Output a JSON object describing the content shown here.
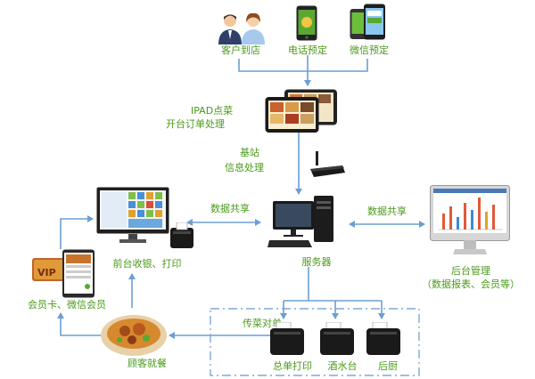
{
  "colors": {
    "text_green": "#4a9a1a",
    "arrow_blue": "#6a9fd4",
    "dash_blue": "#7fa8d8"
  },
  "labels": {
    "customer_visit": "客户到店",
    "phone_order": "电话预定",
    "wechat_order": "微信预定",
    "ipad_line1": "IPAD点菜",
    "ipad_line2": "开台订单处理",
    "base_line1": "基站",
    "base_line2": "信息处理",
    "data_share_left": "数据共享",
    "data_share_right": "数据共享",
    "server": "服务器",
    "front_desk": "前台收银、打印",
    "backend_line1": "后台管理",
    "backend_line2": "（数据报表、会员等）",
    "member_card": "会员卡、微信会员",
    "customer_dining": "顾客就餐",
    "dish_delivery": "传菜对单",
    "printer_main": "总单打印",
    "printer_bar": "酒水台",
    "printer_kitchen": "后厨"
  },
  "icons": {
    "customers": "customers-icon",
    "phone": "phone-icon",
    "wechat": "wechat-phone-icon",
    "ipad": "tablet-icon",
    "base": "router-icon",
    "server": "server-computer-icon",
    "front_monitor": "pos-monitor-icon",
    "front_printer": "receipt-printer-icon",
    "backend_monitor": "imac-icon",
    "member_card": "member-card-icon",
    "dish": "dish-icon"
  }
}
